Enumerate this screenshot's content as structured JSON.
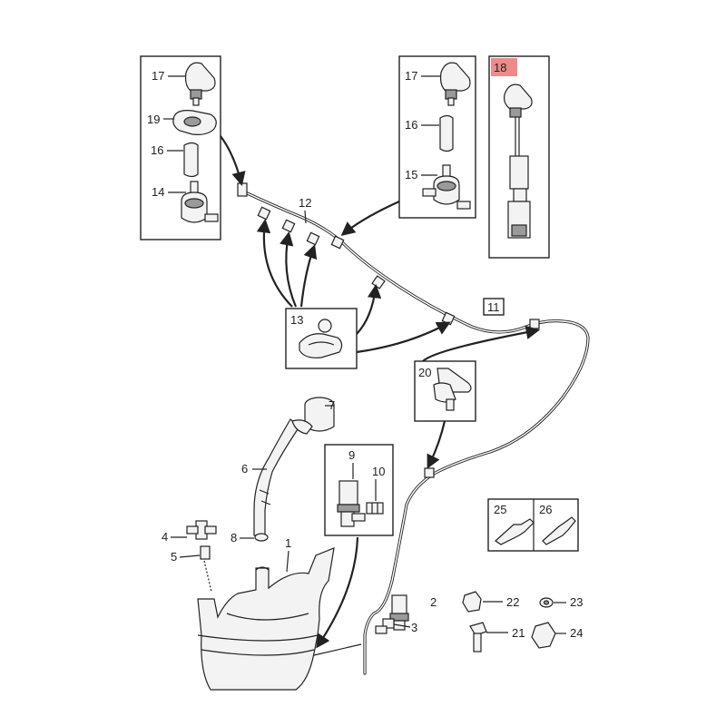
{
  "callouts": {
    "c1": "1",
    "c2": "2",
    "c3": "3",
    "c4": "4",
    "c5": "5",
    "c6": "6",
    "c7": "7",
    "c8": "8",
    "c9": "9",
    "c10": "10",
    "c11": "11",
    "c12": "12",
    "c13": "13",
    "c14": "14",
    "c15": "15",
    "c16": "16",
    "c17": "17",
    "c18": "18",
    "c19": "19",
    "c20": "20",
    "c21": "21",
    "c22": "22",
    "c23": "23",
    "c24": "24",
    "c25": "25",
    "c26": "26"
  },
  "colors": {
    "highlight": "#f08a8a",
    "line": "#222222",
    "part_fill": "#f3f3f3"
  }
}
